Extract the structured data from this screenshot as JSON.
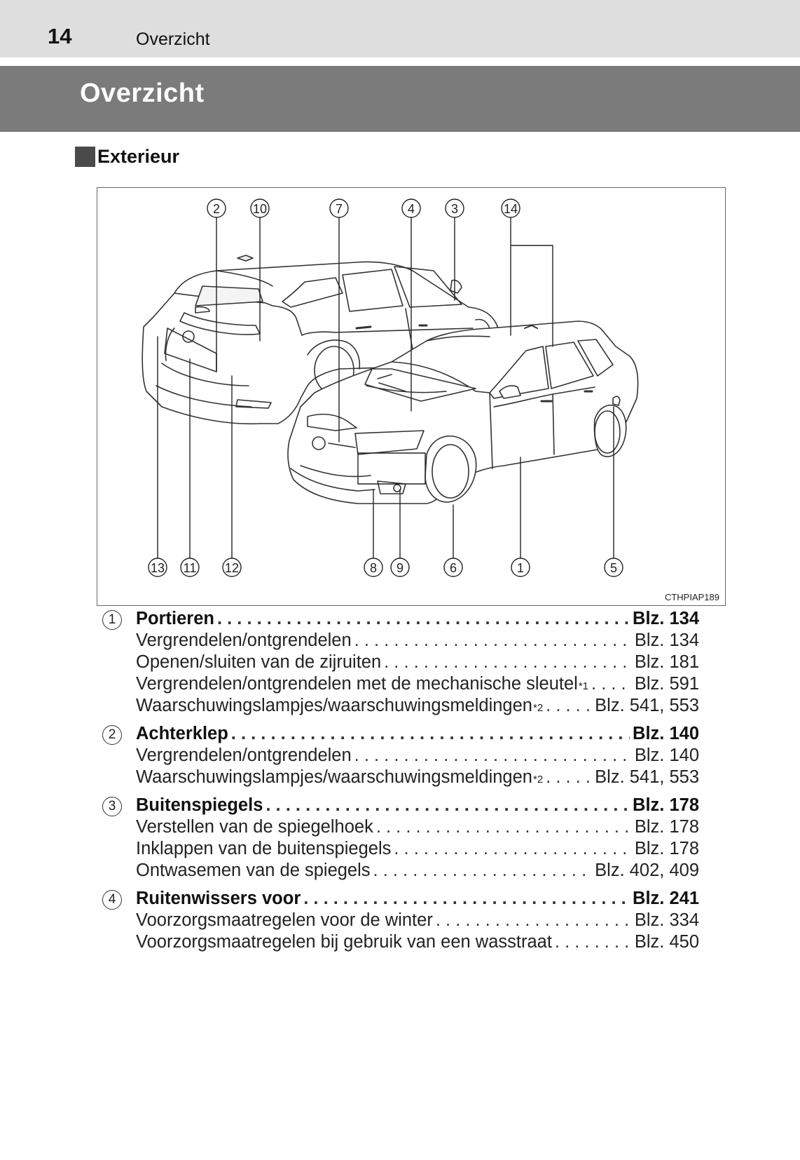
{
  "header": {
    "page_number": "14",
    "running_head": "Overzicht"
  },
  "title": "Overzicht",
  "section": {
    "title": "Exterieur"
  },
  "figure": {
    "code": "CTHPIAP189",
    "callouts_top": [
      "2",
      "10",
      "7",
      "4",
      "3",
      "14"
    ],
    "callouts_bottom": [
      "13",
      "11",
      "12",
      "8",
      "9",
      "6",
      "1",
      "5"
    ]
  },
  "items": [
    {
      "number": "1",
      "label": "Portieren",
      "ref": "Blz. 134",
      "subitems": [
        {
          "label": "Vergrendelen/ontgrendelen",
          "ref": "Blz. 134"
        },
        {
          "label": "Openen/sluiten van de zijruiten",
          "ref": "Blz. 181"
        },
        {
          "label": "Vergrendelen/ontgrendelen met de mechanische sleutel",
          "note": "*1",
          "ref": "Blz. 591"
        },
        {
          "label": "Waarschuwingslampjes/waarschuwingsmeldingen",
          "note": "*2",
          "ref": "Blz. 541, 553"
        }
      ]
    },
    {
      "number": "2",
      "label": "Achterklep",
      "ref": "Blz. 140",
      "subitems": [
        {
          "label": "Vergrendelen/ontgrendelen",
          "ref": "Blz. 140"
        },
        {
          "label": "Waarschuwingslampjes/waarschuwingsmeldingen",
          "note": "*2",
          "ref": "Blz. 541, 553"
        }
      ]
    },
    {
      "number": "3",
      "label": "Buitenspiegels",
      "ref": "Blz. 178",
      "subitems": [
        {
          "label": "Verstellen van de spiegelhoek",
          "ref": "Blz. 178"
        },
        {
          "label": "Inklappen van de buitenspiegels",
          "ref": "Blz. 178"
        },
        {
          "label": "Ontwasemen van de spiegels",
          "ref": "Blz. 402, 409"
        }
      ]
    },
    {
      "number": "4",
      "label": "Ruitenwissers voor",
      "ref": "Blz. 241",
      "subitems": [
        {
          "label": "Voorzorgsmaatregelen voor de winter",
          "ref": "Blz. 334"
        },
        {
          "label": "Voorzorgsmaatregelen bij gebruik van een wasstraat",
          "ref": "Blz. 450"
        }
      ]
    }
  ]
}
